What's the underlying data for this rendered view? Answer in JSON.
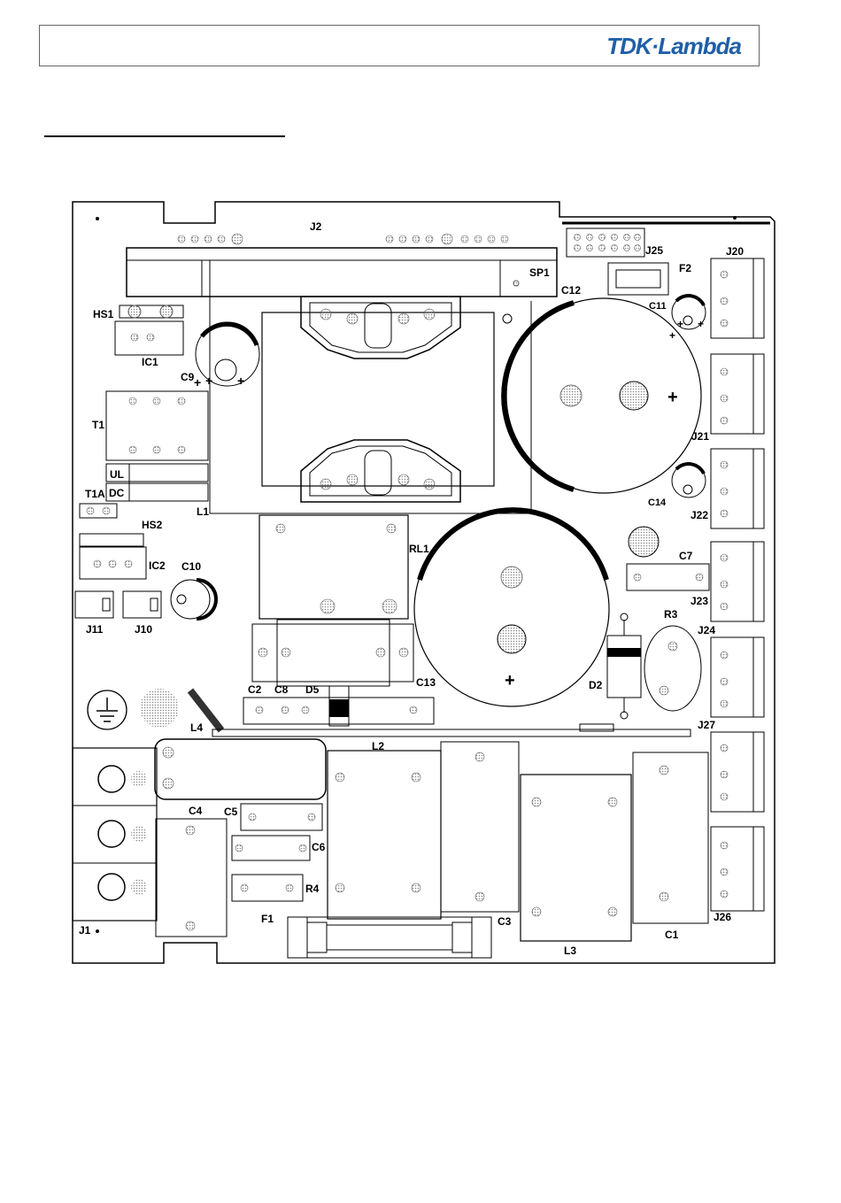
{
  "header": {
    "brand": "TDK·Lambda",
    "brand_color": "#1f5fa8"
  },
  "labels": {
    "J2": "J2",
    "J25": "J25",
    "SP1": "SP1",
    "F2": "F2",
    "J20": "J20",
    "HS1": "HS1",
    "IC1": "IC1",
    "C12": "C12",
    "C11": "C11",
    "C9": "C9",
    "T1": "T1",
    "J21": "J21",
    "UL": "UL",
    "DC": "DC",
    "T1A": "T1A",
    "L1": "L1",
    "C14": "C14",
    "J22": "J22",
    "HS2": "HS2",
    "RL1": "RL1",
    "IC2": "IC2",
    "C10": "C10",
    "C7": "C7",
    "J23": "J23",
    "J11": "J11",
    "J10": "J10",
    "R3": "R3",
    "J24": "J24",
    "C13": "C13",
    "D2": "D2",
    "C2": "C2",
    "C8": "C8",
    "D5": "D5",
    "J27": "J27",
    "L4": "L4",
    "L2": "L2",
    "C4": "C4",
    "C5": "C5",
    "C6": "C6",
    "R4": "R4",
    "F1": "F1",
    "C3": "C3",
    "J1": "J1",
    "J26": "J26",
    "C1": "C1",
    "L3": "L3",
    "plus": "+"
  }
}
